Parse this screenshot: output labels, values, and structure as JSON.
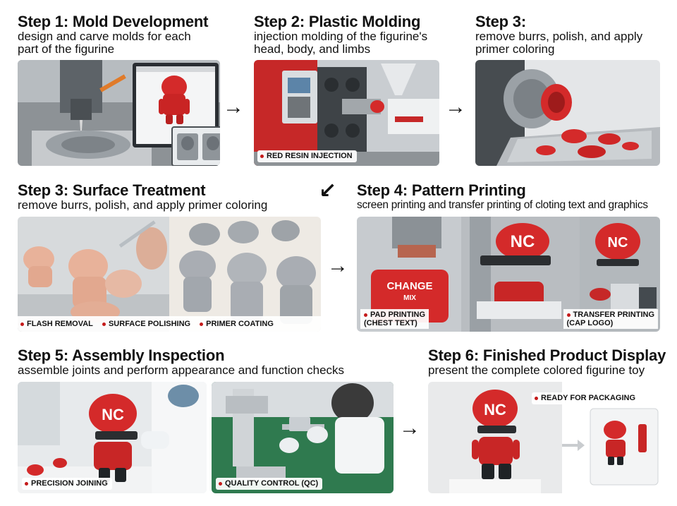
{
  "steps": {
    "s1": {
      "title": "Step 1: Mold Development",
      "sub1": "design and carve molds for each",
      "sub2": "part of the figurine"
    },
    "s2": {
      "title": "Step 2: Plastic Molding",
      "sub1": "injection molding of the figurine's",
      "sub2": "head, body, and limbs",
      "badge": "RED RESIN INJECTION"
    },
    "s3a": {
      "title": "Step 3:",
      "sub1": "remove burrs, polish, and apply",
      "sub2": "primer coloring"
    },
    "s3b": {
      "title": "Step 3: Surface Treatment",
      "sub1": "remove burrs, polish, and apply primer coloring",
      "labels": [
        "FLASH REMOVAL",
        "SURFACE POLISHING",
        "PRIMER COATING"
      ]
    },
    "s4": {
      "title": "Step 4: Pattern Printing",
      "sub1": "screen printing and transfer printing of cloting text and graphics",
      "pad_line1": "PAD PRINTING",
      "pad_line2": "(CHEST TEXT)",
      "transfer_line1": "TRANSFER PRINTING",
      "transfer_line2": "(CAP LOGO)",
      "shirt_text1": "CHANGE",
      "shirt_text2": "MIX",
      "cap_logo": "NC"
    },
    "s5": {
      "title": "Step 5: Assembly Inspection",
      "sub1": "assemble joints and perform appearance and function checks",
      "badge_left": "PRECISION JOINING",
      "badge_right": "QUALITY CONTROL (QC)"
    },
    "s6": {
      "title": "Step 6: Finished Product Display",
      "sub1": "present the complete colored figurine toy",
      "badge": "READY FOR PACKAGING"
    }
  },
  "arrows": {
    "right": "→",
    "down_left": "↙"
  },
  "colors": {
    "figure_red": "#d42a2a",
    "primer_grey": "#a9adb3",
    "raw_pink": "#e8b29a",
    "accent_dot": "#c41a1a"
  }
}
